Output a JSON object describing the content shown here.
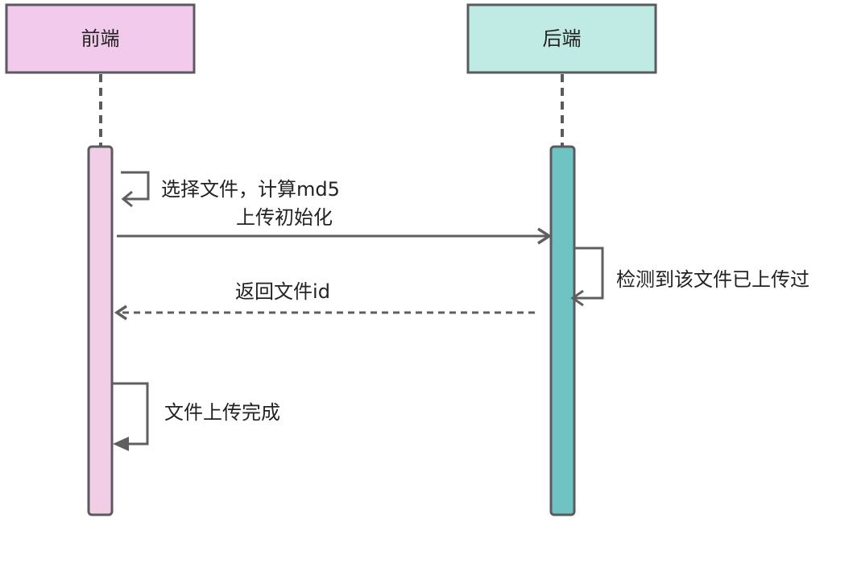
{
  "diagram": {
    "type": "sequence",
    "participants": [
      {
        "id": "frontend",
        "label": "前端",
        "fill": "#f2cbec",
        "activation_fill": "#f2cde6"
      },
      {
        "id": "backend",
        "label": "后端",
        "fill": "#c0eae4",
        "activation_fill": "#6fc3c3"
      }
    ],
    "messages": [
      {
        "id": "select-file",
        "from": "frontend",
        "to": "frontend",
        "kind": "self",
        "label": "选择文件，计算md5"
      },
      {
        "id": "upload-init",
        "from": "frontend",
        "to": "backend",
        "kind": "sync",
        "label": "上传初始化"
      },
      {
        "id": "detect-uploaded",
        "from": "backend",
        "to": "backend",
        "kind": "self",
        "label": "检测到该文件已上传过"
      },
      {
        "id": "return-file-id",
        "from": "backend",
        "to": "frontend",
        "kind": "return",
        "label": "返回文件id"
      },
      {
        "id": "upload-complete",
        "from": "frontend",
        "to": "frontend",
        "kind": "self",
        "label": "文件上传完成"
      }
    ],
    "colors": {
      "stroke": "#5a5a5f",
      "arrow": "#5f5f5f",
      "text": "#222222"
    }
  }
}
